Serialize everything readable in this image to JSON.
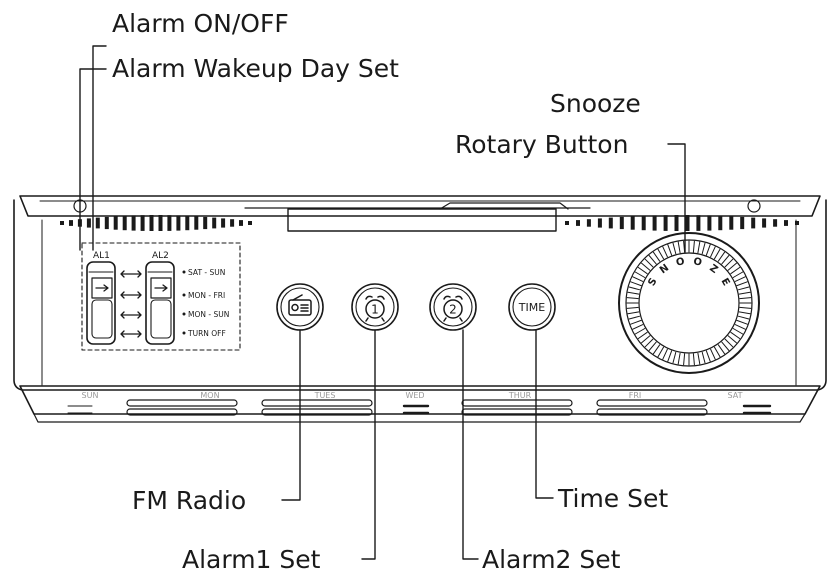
{
  "callouts": {
    "alarm_on_off": "Alarm ON/OFF",
    "alarm_wakeup_day": "Alarm Wakeup Day Set",
    "snooze": "Snooze",
    "rotary_button": "Rotary Button",
    "fm_radio": "FM Radio",
    "time_set": "Time Set",
    "alarm1_set": "Alarm1 Set",
    "alarm2_set": "Alarm2 Set"
  },
  "switch_panel": {
    "al1": "AL1",
    "al2": "AL2",
    "modes": [
      "SAT - SUN",
      "MON - FRI",
      "MON - SUN",
      "TURN OFF"
    ]
  },
  "buttons": {
    "alarm1_digit": "1",
    "alarm2_digit": "2",
    "time_label": "TIME"
  },
  "dial": {
    "letters": [
      "S",
      "N",
      "O",
      "O",
      "Z",
      "E"
    ]
  },
  "days": [
    "SUN",
    "MON",
    "TUES",
    "WED",
    "THUR",
    "FRI",
    "SAT"
  ],
  "colors": {
    "line": "#1a1a1a",
    "panel": "#ffffff"
  }
}
